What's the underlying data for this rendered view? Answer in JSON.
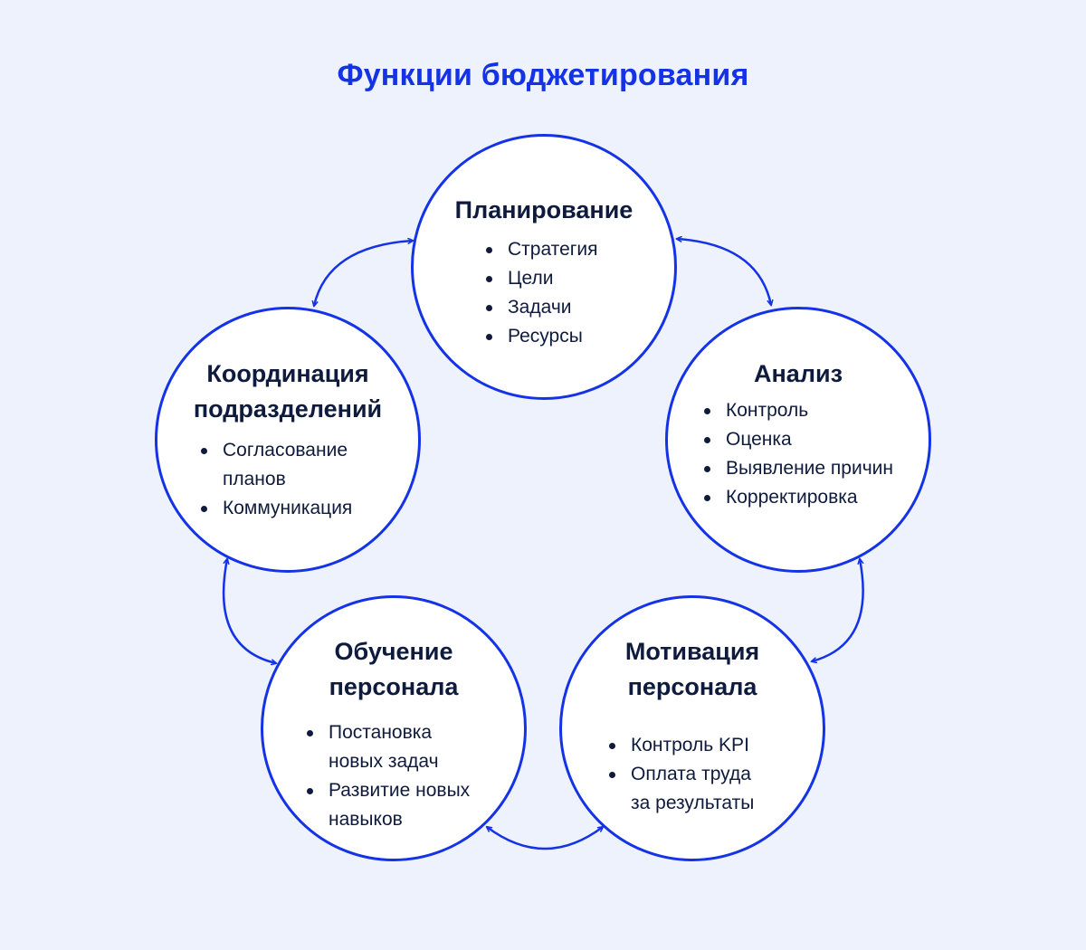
{
  "title": "Функции бюджетирования",
  "colors": {
    "accent": "#1533E6",
    "text": "#0F1B3D",
    "background": "#EEF2FC",
    "node_fill": "#FFFFFF"
  },
  "nodes": {
    "planning": {
      "title": "Планирование",
      "items": [
        "Стратегия",
        "Цели",
        "Задачи",
        "Ресурсы"
      ]
    },
    "analysis": {
      "title": "Анализ",
      "items": [
        "Контроль",
        "Оценка",
        "Выявление причин",
        "Корректировка"
      ]
    },
    "coordination": {
      "title": "Координация\nподразделений",
      "items": [
        "Согласование\nпланов",
        "Коммуникация"
      ]
    },
    "training": {
      "title": "Обучение\nперсонала",
      "items": [
        "Постановка\nновых задач",
        "Развитие новых\nнавыков"
      ]
    },
    "motivation": {
      "title": "Мотивация\nперсонала",
      "items": [
        "Контроль KPI",
        "Оплата труда\nза результаты"
      ]
    }
  }
}
